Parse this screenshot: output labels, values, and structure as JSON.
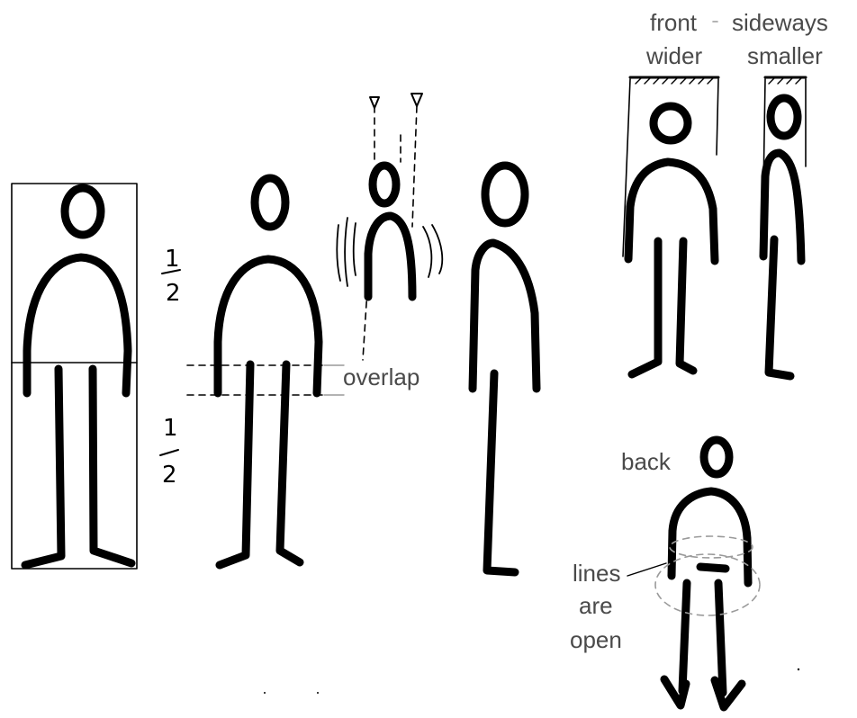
{
  "labels": {
    "front": "front",
    "wider": "wider",
    "sideways": "sideways",
    "smaller": "smaller",
    "overlap": "overlap",
    "back": "back",
    "lines": "lines",
    "are": "are",
    "open": "open"
  },
  "fractions": {
    "top_numerator": "1",
    "top_denominator": "2",
    "bottom_numerator": "1",
    "bottom_denominator": "2"
  }
}
